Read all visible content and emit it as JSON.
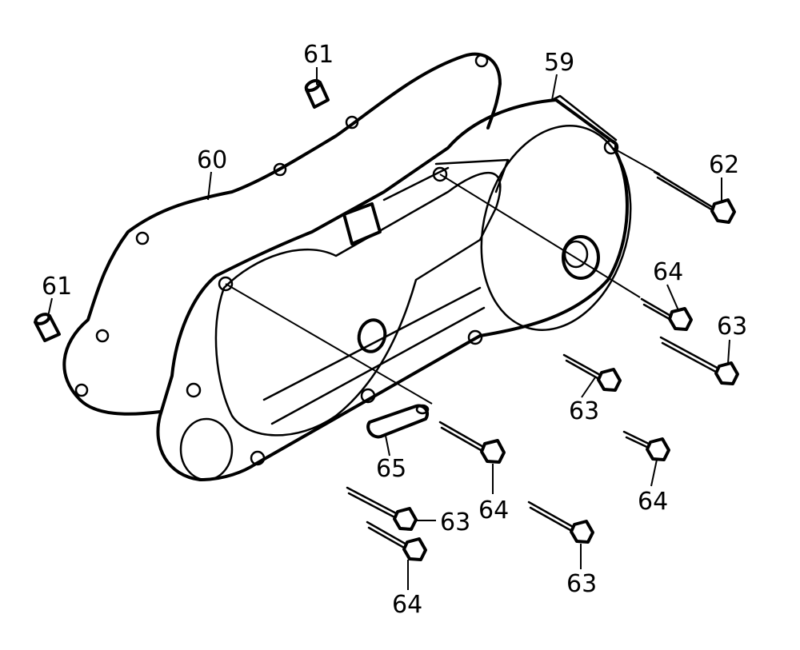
{
  "callouts": {
    "c59": "59",
    "c60": "60",
    "c61a": "61",
    "c61b": "61",
    "c62": "62",
    "c63a": "63",
    "c63b": "63",
    "c63c": "63",
    "c63d": "63",
    "c64a": "64",
    "c64b": "64",
    "c64c": "64",
    "c64d": "64",
    "c65": "65"
  },
  "colors": {
    "ink": "#000000",
    "paper": "#ffffff"
  }
}
